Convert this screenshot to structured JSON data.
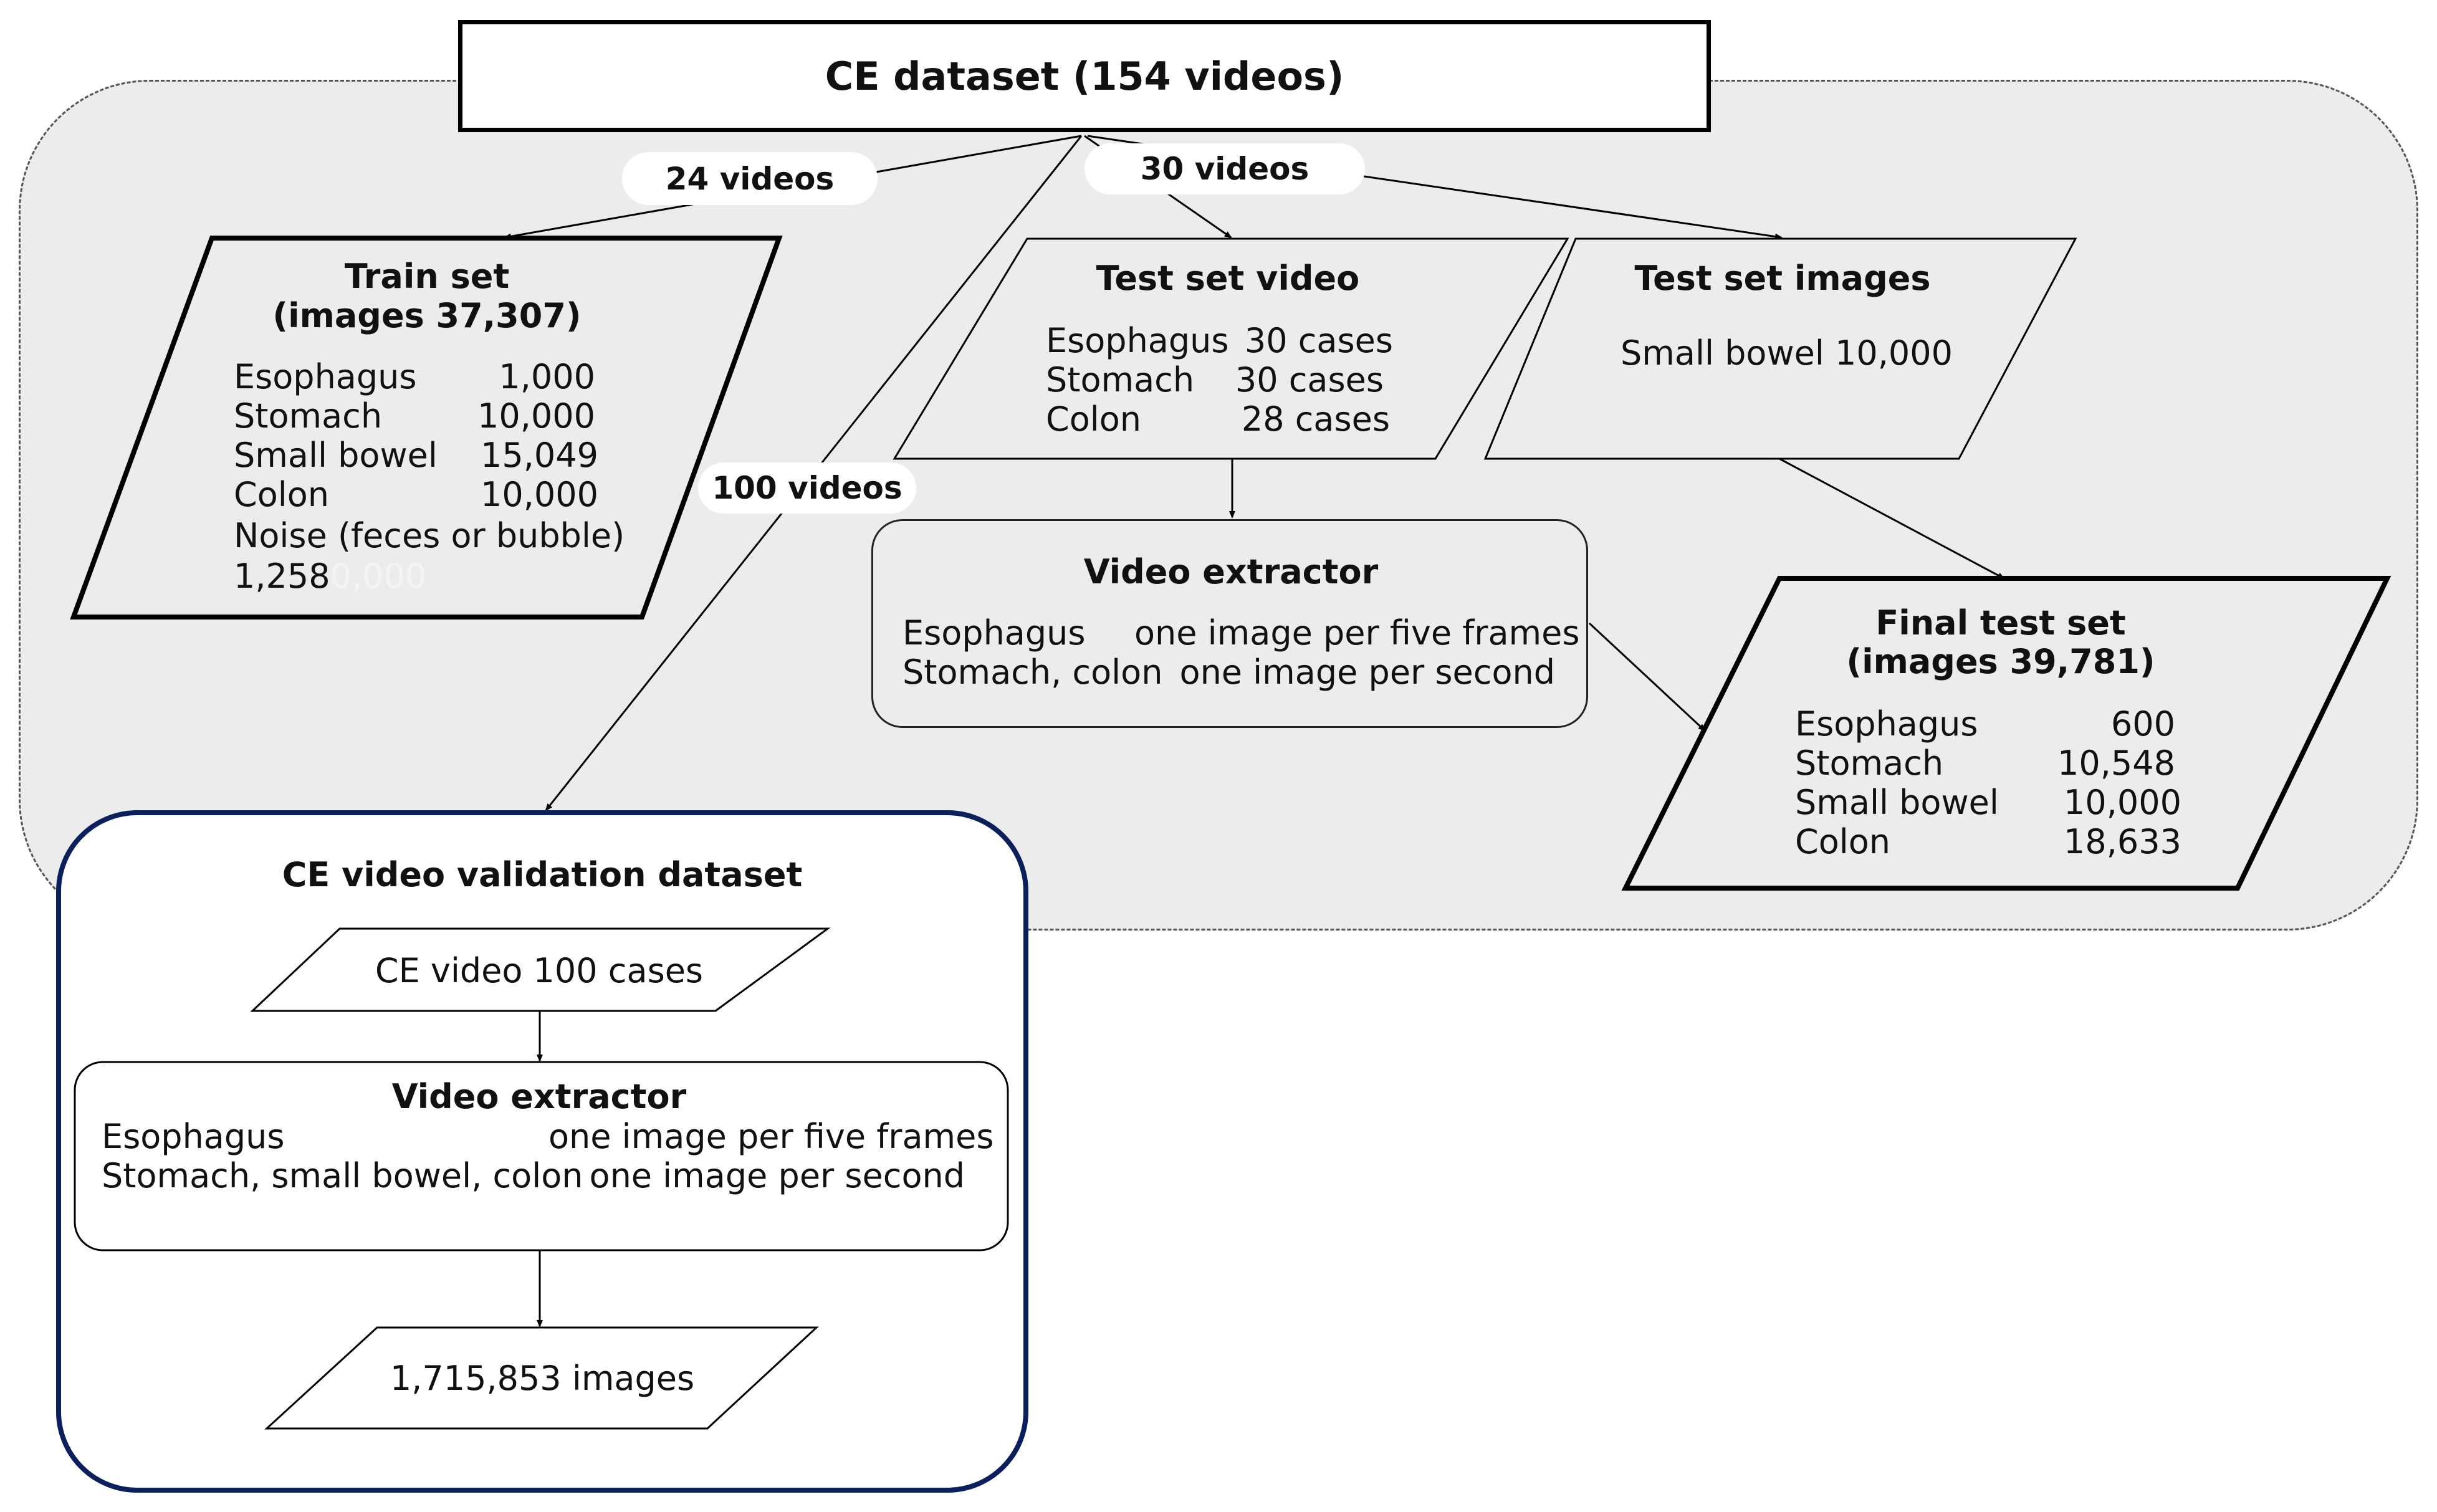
{
  "dataset_title": "CE dataset (154 videos)",
  "edges": {
    "train": "24 videos",
    "test": "30 videos",
    "validation": "100 videos"
  },
  "train_set": {
    "title": "Train set",
    "subtitle": "(images 37,307)",
    "rows": [
      {
        "label": "Esophagus",
        "value": "1,000"
      },
      {
        "label": "Stomach",
        "value": "10,000"
      },
      {
        "label": "Small bowel",
        "value": "15,049"
      },
      {
        "label": "Colon",
        "value": "10,000"
      }
    ],
    "noise_label": "Noise (feces or bubble)",
    "noise_value": "1,258",
    "noise_ghost": "0,000"
  },
  "test_set_video": {
    "title": "Test  set video",
    "rows": [
      {
        "label": "Esophagus",
        "value": "30 cases"
      },
      {
        "label": "Stomach",
        "value": "30 cases"
      },
      {
        "label": "Colon",
        "value": "28 cases"
      }
    ]
  },
  "test_set_images": {
    "title": "Test set images",
    "line": "Small bowel 10,000"
  },
  "video_extractor_1": {
    "title": "Video extractor",
    "rows": [
      {
        "label": "Esophagus",
        "value": "one image per five frames"
      },
      {
        "label": "Stomach, colon",
        "value": "one image per second"
      }
    ]
  },
  "final_test_set": {
    "title": "Final test set",
    "subtitle": "(images 39,781)",
    "rows": [
      {
        "label": "Esophagus",
        "value": "600"
      },
      {
        "label": "Stomach",
        "value": "10,548"
      },
      {
        "label": "Small bowel",
        "value": "10,000"
      },
      {
        "label": "Colon",
        "value": "18,633"
      }
    ]
  },
  "validation": {
    "title": "CE video validation dataset",
    "input": "CE video 100 cases",
    "extractor_title": "Video extractor",
    "rows": [
      {
        "label": "Esophagus",
        "value": "one image per five frames"
      },
      {
        "label": "Stomach, small bowel, colon",
        "value": "one image per second"
      }
    ],
    "output": "1,715,853 images"
  },
  "colors": {
    "background_region": "#ececec",
    "validation_border": "#0a1f5c",
    "stroke": "#000000"
  }
}
